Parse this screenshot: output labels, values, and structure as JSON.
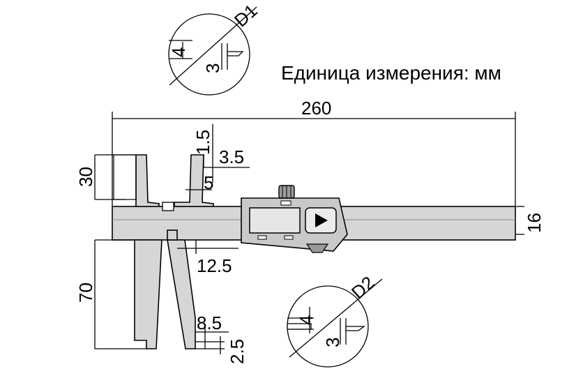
{
  "units_label": "Единица измерения: мм",
  "dimensions": {
    "overall_length": "260",
    "beam_height": "16",
    "upper_jaw_length": "30",
    "lower_jaw_length": "70",
    "upper_tip_top": "1.5",
    "upper_tip_width": "3.5",
    "upper_tip_height": "5",
    "lower_jaw_gap": "12.5",
    "lower_tip_width": "8.5",
    "lower_tip_height": "2.5"
  },
  "detail_d1": {
    "label": "D1",
    "dim_a": "4",
    "dim_b": "3"
  },
  "detail_d2": {
    "label": "D2",
    "dim_a": "4",
    "dim_b": "3"
  }
}
